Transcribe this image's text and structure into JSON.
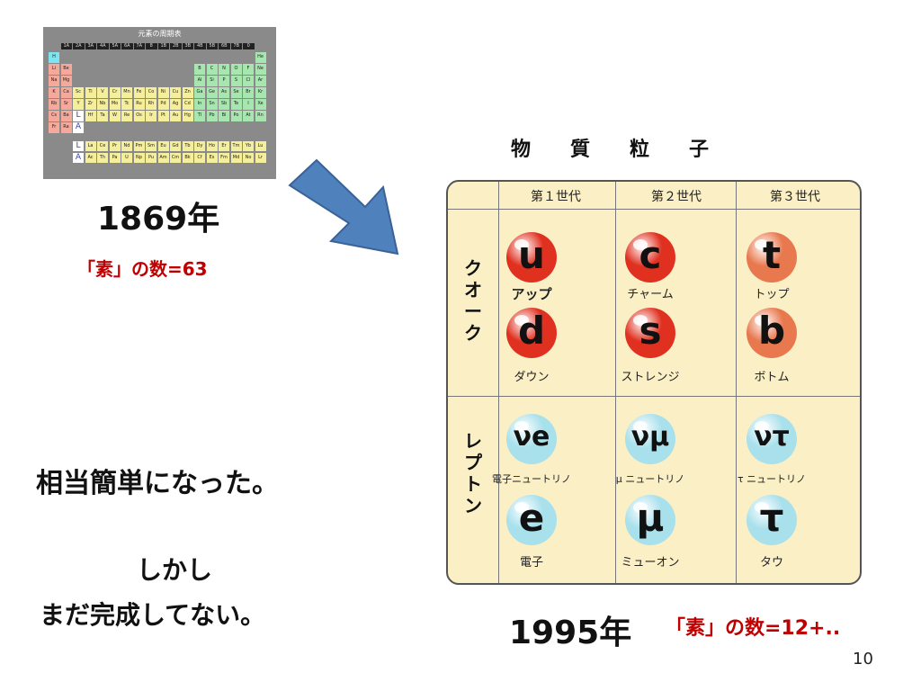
{
  "periodic_table": {
    "title": "元素の周期表",
    "headers": [
      "1A",
      "2A",
      "3A",
      "4A",
      "5A",
      "6A",
      "7A",
      "8",
      "1B",
      "2B",
      "3B",
      "4B",
      "5B",
      "6B",
      "7B",
      "0"
    ],
    "rows": [
      [
        "H",
        "",
        "",
        "",
        "",
        "",
        "",
        "",
        "",
        "",
        "",
        "",
        "",
        "",
        "",
        "",
        "",
        "He"
      ],
      [
        "Li",
        "Be",
        "",
        "",
        "",
        "",
        "",
        "",
        "",
        "",
        "",
        "",
        "B",
        "C",
        "N",
        "O",
        "F",
        "Ne"
      ],
      [
        "Na",
        "Mg",
        "",
        "",
        "",
        "",
        "",
        "",
        "",
        "",
        "",
        "",
        "Al",
        "Si",
        "P",
        "S",
        "Cl",
        "Ar"
      ],
      [
        "K",
        "Ca",
        "Sc",
        "Ti",
        "V",
        "Cr",
        "Mn",
        "Fe",
        "Co",
        "Ni",
        "Cu",
        "Zn",
        "Ga",
        "Ge",
        "As",
        "Se",
        "Br",
        "Kr"
      ],
      [
        "Rb",
        "Sr",
        "Y",
        "Zr",
        "Nb",
        "Mo",
        "Tc",
        "Ru",
        "Rh",
        "Pd",
        "Ag",
        "Cd",
        "In",
        "Sn",
        "Sb",
        "Te",
        "I",
        "Xe"
      ],
      [
        "Cs",
        "Ba",
        "L",
        "Hf",
        "Ta",
        "W",
        "Re",
        "Os",
        "Ir",
        "Pt",
        "Au",
        "Hg",
        "Tl",
        "Pb",
        "Bi",
        "Po",
        "At",
        "Rn"
      ],
      [
        "Fr",
        "Ra",
        "A",
        "",
        "",
        "",
        "",
        "",
        "",
        "",
        "",
        "",
        "",
        "",
        "",
        "",
        "",
        ""
      ]
    ],
    "lanthanides": [
      "L",
      "La",
      "Ce",
      "Pr",
      "Nd",
      "Pm",
      "Sm",
      "Eu",
      "Gd",
      "Tb",
      "Dy",
      "Ho",
      "Er",
      "Tm",
      "Yb",
      "Lu"
    ],
    "actinides": [
      "A",
      "Ac",
      "Th",
      "Pa",
      "U",
      "Np",
      "Pu",
      "Am",
      "Cm",
      "Bk",
      "Cf",
      "Es",
      "Fm",
      "Md",
      "No",
      "Lr"
    ]
  },
  "left": {
    "year": "1869年",
    "count": "「素」の数=63",
    "note1": "相当簡単になった。",
    "note2": "しかし",
    "note3": "まだ完成してない。"
  },
  "particles": {
    "title": [
      "物",
      "質",
      "粒",
      "子"
    ],
    "generations": [
      "第１世代",
      "第２世代",
      "第３世代"
    ],
    "quark_label": [
      "ク",
      "オ",
      "ー",
      "ク"
    ],
    "lepton_label": [
      "レ",
      "プ",
      "ト",
      "ン"
    ],
    "quarks_top": [
      {
        "symbol": "u",
        "name": "アップ",
        "color": "#e03020"
      },
      {
        "symbol": "c",
        "name": "チャーム",
        "color": "#e03020"
      },
      {
        "symbol": "t",
        "name": "トップ",
        "color": "#e8784e"
      }
    ],
    "quarks_bottom": [
      {
        "symbol": "d",
        "name": "ダウン",
        "color": "#e03020"
      },
      {
        "symbol": "s",
        "name": "ストレンジ",
        "color": "#e03020"
      },
      {
        "symbol": "b",
        "name": "ボトム",
        "color": "#e8784e"
      }
    ],
    "neutrinos": [
      {
        "symbol": "νe",
        "name": "電子ニュートリノ",
        "color": "#a8e0ec"
      },
      {
        "symbol": "νμ",
        "name": "μ ニュートリノ",
        "color": "#a8e0ec"
      },
      {
        "symbol": "ντ",
        "name": "τ ニュートリノ",
        "color": "#a8e0ec"
      }
    ],
    "charged_leptons": [
      {
        "symbol": "e",
        "name": "電子",
        "color": "#a8e0ec"
      },
      {
        "symbol": "μ",
        "name": "ミューオン",
        "color": "#a8e0ec"
      },
      {
        "symbol": "τ",
        "name": "タウ",
        "color": "#a8e0ec"
      }
    ]
  },
  "bottom": {
    "year": "1995年",
    "count": "「素」の数=12+..",
    "page_number": "10"
  },
  "colors": {
    "accent_red": "#c00000",
    "table_bg": "#fbefc6",
    "arrow": "#4f81bd"
  }
}
